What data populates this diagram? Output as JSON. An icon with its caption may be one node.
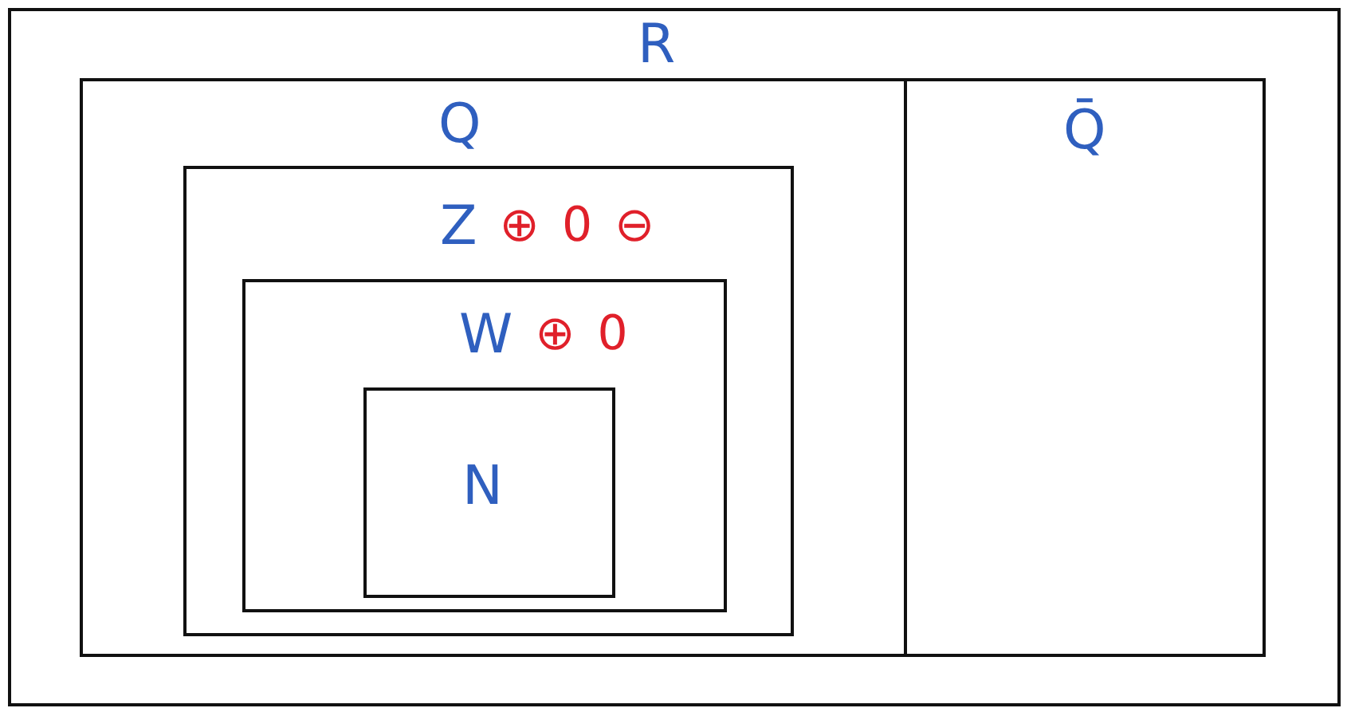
{
  "diagram": {
    "nodes": [
      {
        "text": [
          "R"
        ]
      },
      {
        "text": [
          "Q"
        ],
        "in": 0
      },
      {
        "text": [
          "Q̄"
        ],
        "in": 0
      },
      {
        "text": [
          "Z",
          "⊕",
          "0",
          "⊖"
        ],
        "in": 1
      },
      {
        "text": [
          "W",
          "⊕",
          "0"
        ],
        "in": 3
      },
      {
        "text": [
          "N"
        ],
        "in": 4
      }
    ]
  }
}
